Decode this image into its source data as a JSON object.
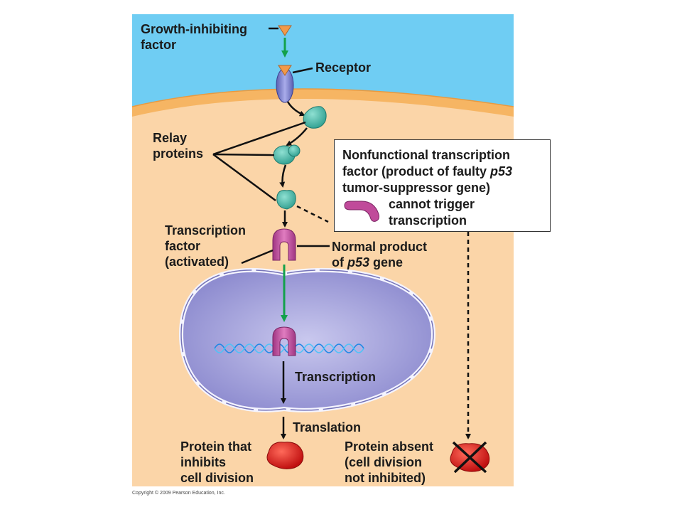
{
  "colors": {
    "extracellular": "#6fcdf3",
    "cytoplasm": "#fbd5a8",
    "membrane": "#f6b563",
    "nucleus": "#9c9ad6",
    "relay_protein": "#48b8a8",
    "transcription_factor": "#c04a9a",
    "protein": "#d42020",
    "green_arrow": "#13a14b"
  },
  "labels": {
    "growth_factor_1": "Growth-inhibiting",
    "growth_factor_2": "factor",
    "receptor": "Receptor",
    "relay_1": "Relay",
    "relay_2": "proteins",
    "box_line1": "Nonfunctional transcription",
    "box_line2_pre": "factor (product of faulty ",
    "box_line2_italic": "p53",
    "box_line3": "tumor-suppressor gene)",
    "box_line4": "cannot trigger",
    "box_line5": "transcription",
    "tf_1": "Transcription",
    "tf_2": "factor",
    "tf_3": "(activated)",
    "normal_1": "Normal product",
    "normal_2_pre": "of ",
    "normal_2_italic": "p53",
    "normal_2_post": " gene",
    "transcription": "Transcription",
    "translation": "Translation",
    "protein_1": "Protein that",
    "protein_2": "inhibits",
    "protein_3": "cell division",
    "absent_1": "Protein absent",
    "absent_2": "(cell division",
    "absent_3": "not inhibited)"
  },
  "copyright": "Copyright © 2009 Pearson Education, Inc."
}
